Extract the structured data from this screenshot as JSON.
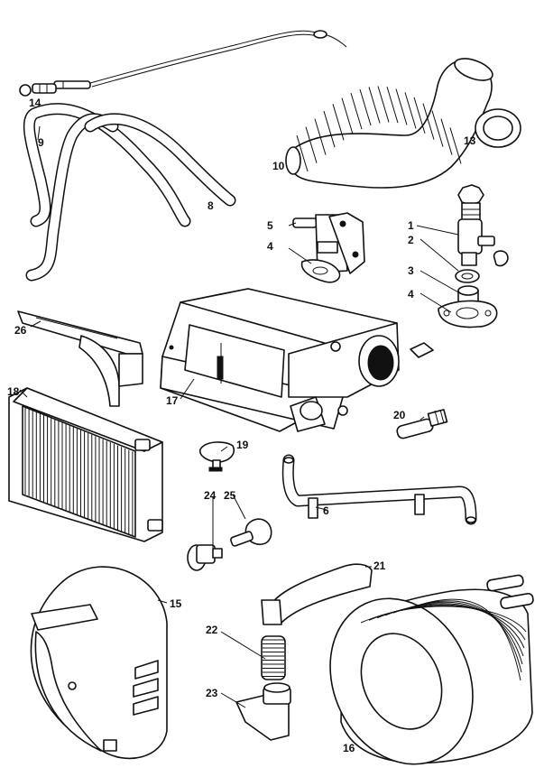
{
  "title": "Heater system exploded parts diagram",
  "callouts": [
    {
      "id": "c1",
      "label": "1"
    },
    {
      "id": "c2",
      "label": "2"
    },
    {
      "id": "c3",
      "label": "3"
    },
    {
      "id": "c4a",
      "label": "4"
    },
    {
      "id": "c4b",
      "label": "4"
    },
    {
      "id": "c5",
      "label": "5"
    },
    {
      "id": "c6",
      "label": "6"
    },
    {
      "id": "c8",
      "label": "8"
    },
    {
      "id": "c9",
      "label": "9"
    },
    {
      "id": "c10",
      "label": "10"
    },
    {
      "id": "c13",
      "label": "13"
    },
    {
      "id": "c14",
      "label": "14"
    },
    {
      "id": "c15",
      "label": "15"
    },
    {
      "id": "c16",
      "label": "16"
    },
    {
      "id": "c17",
      "label": "17"
    },
    {
      "id": "c18",
      "label": "18"
    },
    {
      "id": "c19",
      "label": "19"
    },
    {
      "id": "c20",
      "label": "20"
    },
    {
      "id": "c21",
      "label": "21"
    },
    {
      "id": "c22",
      "label": "22"
    },
    {
      "id": "c23",
      "label": "23"
    },
    {
      "id": "c24",
      "label": "24"
    },
    {
      "id": "c25",
      "label": "25"
    },
    {
      "id": "c26",
      "label": "26"
    }
  ]
}
